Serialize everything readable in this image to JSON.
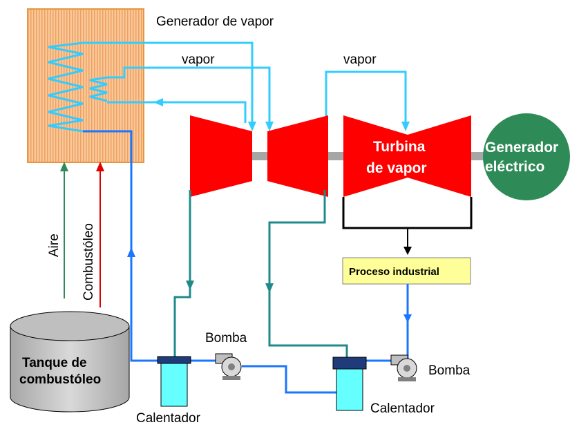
{
  "labels": {
    "steam_generator": "Generador  de vapor",
    "vapor_1": "vapor",
    "vapor_2": "vapor",
    "turbine_line1": "Turbina",
    "turbine_line2": "de vapor",
    "generator_line1": "Generador",
    "generator_line2": "eléctrico",
    "process": "Proceso industrial",
    "air": "Aire",
    "fuel_oil": "Combustóleo",
    "tank_line1": "Tanque de",
    "tank_line2": "combustóleo",
    "pump_1": "Bomba",
    "pump_2": "Bomba",
    "heater_1": "Calentador",
    "heater_2": "Calentador"
  },
  "colors": {
    "steam": "#33ccff",
    "feedwater": "#1a75ff",
    "extraction": "#1f8a8a",
    "turbine": "#ff0000",
    "generator": "#2e8b57",
    "boiler": "#f4b183",
    "process_box": "#ffff99",
    "air": "#2e8b57",
    "fuel": "#e00000",
    "tank": "#bfbfbf",
    "heater": "#66ffff"
  }
}
